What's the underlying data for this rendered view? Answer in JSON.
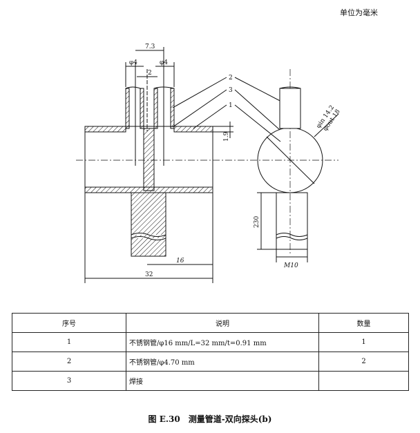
{
  "unit_note": "单位为毫米",
  "drawing": {
    "dimensions": {
      "tube_spacing": "7.3",
      "left_tube_dia": "φ4",
      "right_tube_dia": "φ4",
      "gap": "2",
      "wall": "1.9",
      "half_length": "16",
      "length": "32",
      "rod_length": "230",
      "thread": "M10",
      "inner_dia": "φin 14.2",
      "outer_dia": "φout 18"
    },
    "callouts": [
      "2",
      "3",
      "1"
    ]
  },
  "table": {
    "headers": [
      "序号",
      "说明",
      "数量"
    ],
    "rows": [
      {
        "no": "1",
        "desc": "不锈钢管/φ16 mm/L=32 mm/t=0.91 mm",
        "qty": "1"
      },
      {
        "no": "2",
        "desc": "不锈钢管/φ4.70 mm",
        "qty": "2"
      },
      {
        "no": "3",
        "desc": "焊接",
        "qty": ""
      }
    ]
  },
  "caption": "图 E.30　测量管道-双向探头(b)"
}
